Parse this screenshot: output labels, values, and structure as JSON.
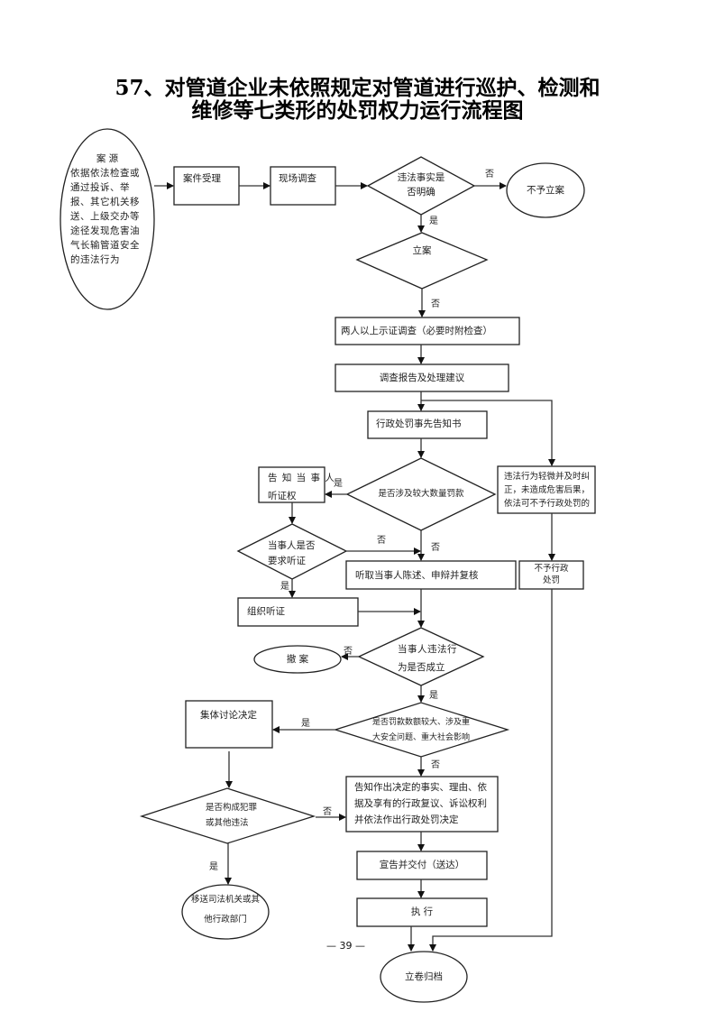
{
  "title": {
    "line1": "57、对管道企业未依照规定对管道进行巡护、检测和",
    "line2": "维修等七类形的处罚权力运行流程图"
  },
  "nodes": {
    "source_heading": "案  源",
    "source_body": "依据依法检查或通过投诉、举报、其它机关移送、上级交办等途径发现危害油气长输管道安全的违法行为",
    "case_accept": "案件受理",
    "site_investigation": "现场调查",
    "facts_clear": "违法事实是否明确",
    "no_case": "不予立案",
    "file_case": "立案",
    "two_person_investigation": "两人以上示证调查（必要时附检查）",
    "investigation_report": "调查报告及处理建议",
    "prior_notice": "行政处罚事先告知书",
    "large_fine": "是否涉及较大数量罚款",
    "minor_violation": "违法行为轻微并及时纠正，未造成危害后果，依法可不予行政处罚的",
    "notify_hearing_line1": "告 知 当 事 人",
    "notify_hearing_line2": "听证权",
    "request_hearing_line1": "当事人是否",
    "request_hearing_line2": "要求听证",
    "hear_statement": "听取当事人陈述、申辩并复核",
    "no_penalty_line1": "不予行政",
    "no_penalty_line2": "处罚",
    "organize_hearing": "组织听证",
    "violation_established_line1": "当事人违法行",
    "violation_established_line2": "为是否成立",
    "withdraw_case": "撤 案",
    "major_fine_line1": "是否罚款数额较大、涉及重",
    "major_fine_line2": "大安全问题、重大社会影响",
    "collective_decision": "集体讨论决定",
    "crime_line1": "是否构成犯罪",
    "crime_line2": "或其他违法",
    "inform_decision": "告知作出决定的事实、理由、依据及享有的行政复议、诉讼权利并依法作出行政处罚决定",
    "transfer_line1": "移送司法机关或其",
    "transfer_line2": "他行政部门",
    "announce_deliver": "宣告并交付（送达）",
    "execute": "执  行",
    "archive": "立卷归档"
  },
  "edge_labels": {
    "yes": "是",
    "no": "否"
  },
  "page_number": "— 39 —"
}
